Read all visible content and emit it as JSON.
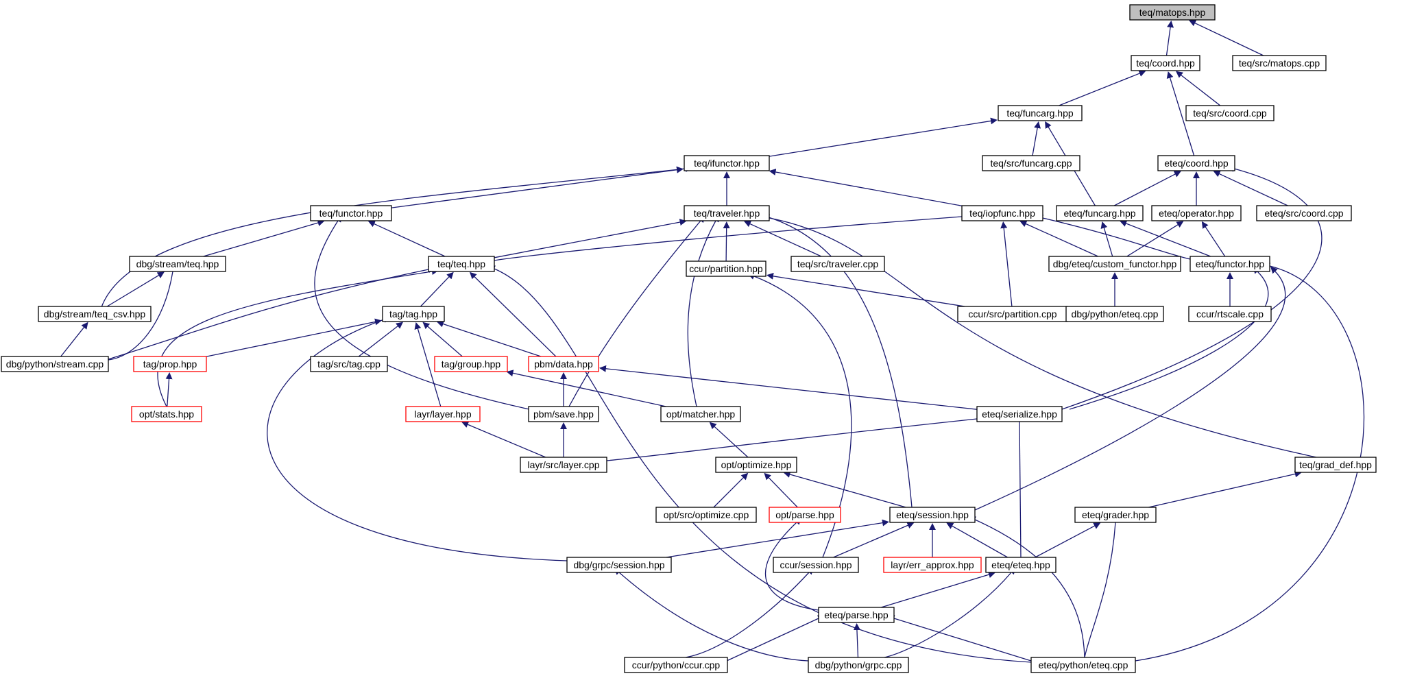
{
  "diagram": {
    "title": "teq/matops.hpp include dependency graph",
    "colors": {
      "edge": "#191970",
      "node_border": "#000000",
      "node_border_incomplete": "#ff0000",
      "root_fill": "#bfbfbf",
      "node_fill": "#ffffff",
      "text": "#000000"
    },
    "nodes": [
      {
        "id": "matops_hpp",
        "label": "teq/matops.hpp",
        "root": true
      },
      {
        "id": "coord_hpp",
        "label": "teq/coord.hpp"
      },
      {
        "id": "src_matops_cpp",
        "label": "teq/src/matops.cpp"
      },
      {
        "id": "funcarg_hpp",
        "label": "teq/funcarg.hpp"
      },
      {
        "id": "src_coord_cpp",
        "label": "teq/src/coord.cpp"
      },
      {
        "id": "ifunctor_hpp",
        "label": "teq/ifunctor.hpp"
      },
      {
        "id": "src_funcarg_cpp",
        "label": "teq/src/funcarg.cpp"
      },
      {
        "id": "eteq_coord_hpp",
        "label": "eteq/coord.hpp"
      },
      {
        "id": "functor_hpp",
        "label": "teq/functor.hpp"
      },
      {
        "id": "traveler_hpp",
        "label": "teq/traveler.hpp"
      },
      {
        "id": "iopfunc_hpp",
        "label": "teq/iopfunc.hpp"
      },
      {
        "id": "eteq_funcarg_hpp",
        "label": "eteq/funcarg.hpp"
      },
      {
        "id": "eteq_operator_hpp",
        "label": "eteq/operator.hpp"
      },
      {
        "id": "eteq_src_coord_cpp",
        "label": "eteq/src/coord.cpp"
      },
      {
        "id": "dbg_stream_teq_hpp",
        "label": "dbg/stream/teq.hpp"
      },
      {
        "id": "teq_hpp",
        "label": "teq/teq.hpp"
      },
      {
        "id": "ccur_partition_hpp",
        "label": "ccur/partition.hpp"
      },
      {
        "id": "src_traveler_cpp",
        "label": "teq/src/traveler.cpp"
      },
      {
        "id": "custom_functor_hpp",
        "label": "dbg/eteq/custom_functor.hpp"
      },
      {
        "id": "eteq_functor_hpp",
        "label": "eteq/functor.hpp"
      },
      {
        "id": "teq_csv_hpp",
        "label": "dbg/stream/teq_csv.hpp"
      },
      {
        "id": "tag_hpp",
        "label": "tag/tag.hpp"
      },
      {
        "id": "ccur_partition_cpp",
        "label": "ccur/src/partition.cpp"
      },
      {
        "id": "dbg_python_eteq_cpp",
        "label": "dbg/python/eteq.cpp"
      },
      {
        "id": "ccur_rtscale_cpp",
        "label": "ccur/rtscale.cpp"
      },
      {
        "id": "dbg_python_stream_cpp",
        "label": "dbg/python/stream.cpp"
      },
      {
        "id": "tag_prop_hpp",
        "label": "tag/prop.hpp",
        "incomplete": true
      },
      {
        "id": "tag_src_tag_cpp",
        "label": "tag/src/tag.cpp"
      },
      {
        "id": "tag_group_hpp",
        "label": "tag/group.hpp",
        "incomplete": true
      },
      {
        "id": "pbm_data_hpp",
        "label": "pbm/data.hpp",
        "incomplete": true
      },
      {
        "id": "opt_stats_hpp",
        "label": "opt/stats.hpp",
        "incomplete": true
      },
      {
        "id": "layr_layer_hpp",
        "label": "layr/layer.hpp",
        "incomplete": true
      },
      {
        "id": "pbm_save_hpp",
        "label": "pbm/save.hpp"
      },
      {
        "id": "opt_matcher_hpp",
        "label": "opt/matcher.hpp"
      },
      {
        "id": "eteq_serialize_hpp",
        "label": "eteq/serialize.hpp"
      },
      {
        "id": "layr_src_layer_cpp",
        "label": "layr/src/layer.cpp"
      },
      {
        "id": "opt_optimize_hpp",
        "label": "opt/optimize.hpp"
      },
      {
        "id": "teq_grad_def_hpp",
        "label": "teq/grad_def.hpp"
      },
      {
        "id": "opt_src_optimize_cpp",
        "label": "opt/src/optimize.cpp"
      },
      {
        "id": "opt_parse_hpp",
        "label": "opt/parse.hpp",
        "incomplete": true
      },
      {
        "id": "eteq_session_hpp",
        "label": "eteq/session.hpp"
      },
      {
        "id": "eteq_grader_hpp",
        "label": "eteq/grader.hpp"
      },
      {
        "id": "dbg_grpc_session_hpp",
        "label": "dbg/grpc/session.hpp"
      },
      {
        "id": "ccur_session_hpp",
        "label": "ccur/session.hpp"
      },
      {
        "id": "layr_err_approx_hpp",
        "label": "layr/err_approx.hpp",
        "incomplete": true
      },
      {
        "id": "eteq_eteq_hpp",
        "label": "eteq/eteq.hpp"
      },
      {
        "id": "eteq_parse_hpp",
        "label": "eteq/parse.hpp"
      },
      {
        "id": "ccur_python_ccur_cpp",
        "label": "ccur/python/ccur.cpp"
      },
      {
        "id": "dbg_python_grpc_cpp",
        "label": "dbg/python/grpc.cpp"
      },
      {
        "id": "eteq_python_eteq_cpp",
        "label": "eteq/python/eteq.cpp"
      }
    ],
    "edges": [
      {
        "from": "matops_hpp",
        "to": "coord_hpp"
      },
      {
        "from": "matops_hpp",
        "to": "src_matops_cpp"
      },
      {
        "from": "coord_hpp",
        "to": "funcarg_hpp"
      },
      {
        "from": "coord_hpp",
        "to": "src_coord_cpp"
      },
      {
        "from": "coord_hpp",
        "to": "eteq_coord_hpp"
      },
      {
        "from": "funcarg_hpp",
        "to": "ifunctor_hpp"
      },
      {
        "from": "funcarg_hpp",
        "to": "src_funcarg_cpp"
      },
      {
        "from": "funcarg_hpp",
        "to": "eteq_funcarg_hpp"
      },
      {
        "from": "ifunctor_hpp",
        "to": "functor_hpp"
      },
      {
        "from": "ifunctor_hpp",
        "to": "traveler_hpp"
      },
      {
        "from": "ifunctor_hpp",
        "to": "iopfunc_hpp"
      },
      {
        "from": "ifunctor_hpp",
        "to": "teq_csv_hpp"
      },
      {
        "from": "eteq_coord_hpp",
        "to": "eteq_funcarg_hpp"
      },
      {
        "from": "eteq_coord_hpp",
        "to": "eteq_operator_hpp"
      },
      {
        "from": "eteq_coord_hpp",
        "to": "eteq_src_coord_cpp"
      },
      {
        "from": "eteq_coord_hpp",
        "to": "eteq_serialize_hpp"
      },
      {
        "from": "functor_hpp",
        "to": "dbg_stream_teq_hpp"
      },
      {
        "from": "functor_hpp",
        "to": "teq_hpp"
      },
      {
        "from": "functor_hpp",
        "to": "pbm_save_hpp"
      },
      {
        "from": "traveler_hpp",
        "to": "teq_hpp"
      },
      {
        "from": "traveler_hpp",
        "to": "ccur_partition_hpp"
      },
      {
        "from": "traveler_hpp",
        "to": "src_traveler_cpp"
      },
      {
        "from": "traveler_hpp",
        "to": "pbm_save_hpp"
      },
      {
        "from": "traveler_hpp",
        "to": "opt_matcher_hpp"
      },
      {
        "from": "traveler_hpp",
        "to": "eteq_session_hpp"
      },
      {
        "from": "traveler_hpp",
        "to": "teq_grad_def_hpp"
      },
      {
        "from": "iopfunc_hpp",
        "to": "teq_hpp"
      },
      {
        "from": "iopfunc_hpp",
        "to": "custom_functor_hpp"
      },
      {
        "from": "iopfunc_hpp",
        "to": "eteq_functor_hpp"
      },
      {
        "from": "iopfunc_hpp",
        "to": "ccur_partition_cpp"
      },
      {
        "from": "eteq_funcarg_hpp",
        "to": "custom_functor_hpp"
      },
      {
        "from": "eteq_funcarg_hpp",
        "to": "eteq_functor_hpp"
      },
      {
        "from": "eteq_operator_hpp",
        "to": "custom_functor_hpp"
      },
      {
        "from": "eteq_operator_hpp",
        "to": "eteq_functor_hpp"
      },
      {
        "from": "dbg_stream_teq_hpp",
        "to": "teq_csv_hpp"
      },
      {
        "from": "dbg_stream_teq_hpp",
        "to": "dbg_python_stream_cpp"
      },
      {
        "from": "teq_hpp",
        "to": "tag_hpp"
      },
      {
        "from": "teq_hpp",
        "to": "dbg_python_stream_cpp"
      },
      {
        "from": "teq_hpp",
        "to": "opt_stats_hpp"
      },
      {
        "from": "teq_hpp",
        "to": "pbm_data_hpp"
      },
      {
        "from": "teq_hpp",
        "to": "eteq_python_eteq_cpp"
      },
      {
        "from": "ccur_partition_hpp",
        "to": "ccur_partition_cpp"
      },
      {
        "from": "ccur_partition_hpp",
        "to": "ccur_session_hpp"
      },
      {
        "from": "custom_functor_hpp",
        "to": "dbg_python_eteq_cpp"
      },
      {
        "from": "eteq_functor_hpp",
        "to": "ccur_rtscale_cpp"
      },
      {
        "from": "eteq_functor_hpp",
        "to": "eteq_serialize_hpp"
      },
      {
        "from": "eteq_functor_hpp",
        "to": "eteq_session_hpp"
      },
      {
        "from": "eteq_functor_hpp",
        "to": "eteq_python_eteq_cpp"
      },
      {
        "from": "teq_csv_hpp",
        "to": "dbg_python_stream_cpp"
      },
      {
        "from": "tag_hpp",
        "to": "tag_prop_hpp"
      },
      {
        "from": "tag_hpp",
        "to": "tag_src_tag_cpp"
      },
      {
        "from": "tag_hpp",
        "to": "tag_group_hpp"
      },
      {
        "from": "tag_hpp",
        "to": "pbm_data_hpp"
      },
      {
        "from": "tag_hpp",
        "to": "layr_layer_hpp"
      },
      {
        "from": "tag_hpp",
        "to": "dbg_grpc_session_hpp"
      },
      {
        "from": "tag_prop_hpp",
        "to": "opt_stats_hpp"
      },
      {
        "from": "tag_group_hpp",
        "to": "opt_matcher_hpp"
      },
      {
        "from": "pbm_data_hpp",
        "to": "pbm_save_hpp"
      },
      {
        "from": "pbm_data_hpp",
        "to": "eteq_serialize_hpp"
      },
      {
        "from": "layr_layer_hpp",
        "to": "layr_src_layer_cpp"
      },
      {
        "from": "pbm_save_hpp",
        "to": "layr_src_layer_cpp"
      },
      {
        "from": "opt_matcher_hpp",
        "to": "opt_optimize_hpp"
      },
      {
        "from": "eteq_serialize_hpp",
        "to": "layr_src_layer_cpp"
      },
      {
        "from": "eteq_serialize_hpp",
        "to": "eteq_eteq_hpp"
      },
      {
        "from": "opt_optimize_hpp",
        "to": "opt_src_optimize_cpp"
      },
      {
        "from": "opt_optimize_hpp",
        "to": "opt_parse_hpp"
      },
      {
        "from": "opt_optimize_hpp",
        "to": "eteq_session_hpp"
      },
      {
        "from": "teq_grad_def_hpp",
        "to": "eteq_grader_hpp"
      },
      {
        "from": "opt_parse_hpp",
        "to": "eteq_parse_hpp"
      },
      {
        "from": "eteq_session_hpp",
        "to": "dbg_grpc_session_hpp"
      },
      {
        "from": "eteq_session_hpp",
        "to": "ccur_session_hpp"
      },
      {
        "from": "eteq_session_hpp",
        "to": "layr_err_approx_hpp"
      },
      {
        "from": "eteq_session_hpp",
        "to": "eteq_eteq_hpp"
      },
      {
        "from": "eteq_session_hpp",
        "to": "eteq_python_eteq_cpp"
      },
      {
        "from": "eteq_grader_hpp",
        "to": "eteq_eteq_hpp"
      },
      {
        "from": "eteq_grader_hpp",
        "to": "eteq_python_eteq_cpp"
      },
      {
        "from": "dbg_grpc_session_hpp",
        "to": "dbg_python_grpc_cpp"
      },
      {
        "from": "ccur_session_hpp",
        "to": "ccur_python_ccur_cpp"
      },
      {
        "from": "eteq_eteq_hpp",
        "to": "eteq_parse_hpp"
      },
      {
        "from": "eteq_eteq_hpp",
        "to": "dbg_python_grpc_cpp"
      },
      {
        "from": "eteq_parse_hpp",
        "to": "ccur_python_ccur_cpp"
      },
      {
        "from": "eteq_parse_hpp",
        "to": "dbg_python_grpc_cpp"
      },
      {
        "from": "eteq_parse_hpp",
        "to": "eteq_python_eteq_cpp"
      }
    ]
  }
}
